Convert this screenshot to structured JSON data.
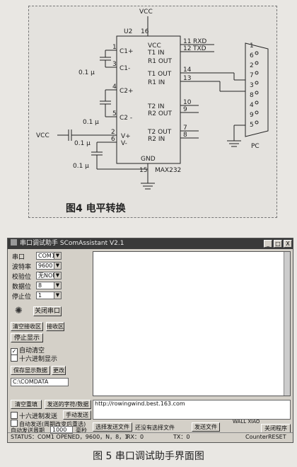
{
  "figure4": {
    "caption": "图4 电平转换",
    "chip": "MAX232",
    "vcc_top": "VCC",
    "vcc_left": "VCC",
    "pc": "PC",
    "u2": "U2",
    "pins": {
      "p16": "16",
      "p15": "15",
      "p1": "1",
      "p3": "3",
      "p4": "4",
      "p5": "5",
      "p2": "2",
      "p6": "6",
      "p11": "11",
      "p12": "12",
      "p14": "14",
      "p13": "13",
      "p10": "10",
      "p9": "9",
      "p7": "7",
      "p8": "8"
    },
    "left_pins": {
      "c1p": "C1+",
      "c1m": "C1-",
      "c2p": "C2+",
      "c2m": "C2 -",
      "vp": "V+",
      "vm": "V-",
      "vcc_in": "VCC"
    },
    "right_pins": {
      "t1in": "T1  IN",
      "r1out": "R1 OUT",
      "t1out": "T1 OUT",
      "r1in": "R1  IN",
      "t2in": "T2  IN",
      "r2out": "R2 OUT",
      "t2out": "T2 OUT",
      "r2in": "R2  IN",
      "gnd": "GND"
    },
    "signals": {
      "rxd": "RXD",
      "txd": "TXD"
    },
    "caps": [
      "0.1 μ",
      "0.1 μ",
      "0.1 μ",
      "0.1 μ"
    ],
    "db9": [
      "1",
      "6",
      "2",
      "7",
      "3",
      "8",
      "4",
      "9",
      "5"
    ]
  },
  "window": {
    "title": "串口调试助手  SComAssistant  V2.1",
    "controls": {
      "min": "_",
      "max": "□",
      "close": "X"
    },
    "settings": [
      {
        "label": "串口",
        "value": "COM1"
      },
      {
        "label": "波特率",
        "value": "9600"
      },
      {
        "label": "校验位",
        "value": "无NONE"
      },
      {
        "label": "数据位",
        "value": "8"
      },
      {
        "label": "停止位",
        "value": "1"
      }
    ],
    "close_port": "关闭串口",
    "clear_recv": "清空接收区",
    "recv_area": "接收区",
    "stop_display": "停止显示",
    "auto_clear": "自动清空",
    "hex_display": "十六进制显示",
    "save_display": "保存显示数据",
    "change": "更改",
    "path": "C:\\COMDATA",
    "clear_resend": "清空重填",
    "send_area": "发送的字符/数据",
    "hex_send": "十六进制发送",
    "manual_send": "手动发送",
    "auto_send": "自动发送(周期改变后重选)",
    "auto_period_label": "自动发送周期",
    "auto_period_value": "1000",
    "ms": "毫秒",
    "send_text": "http://rowingwind.best.163.com",
    "select_file": "选择发送文件",
    "no_file": "还没有选择文件",
    "send_file": "发送文件",
    "wall_xiao": "WALL XIAO",
    "close_program": "关闭程序",
    "status": {
      "main": "STATUS：COM1 OPENED，9600，N，8，1",
      "rx": "RX：0",
      "tx": "TX：0",
      "reset": "CounterRESET"
    }
  },
  "figure5_caption": "图 5  串口调试助手界面图"
}
